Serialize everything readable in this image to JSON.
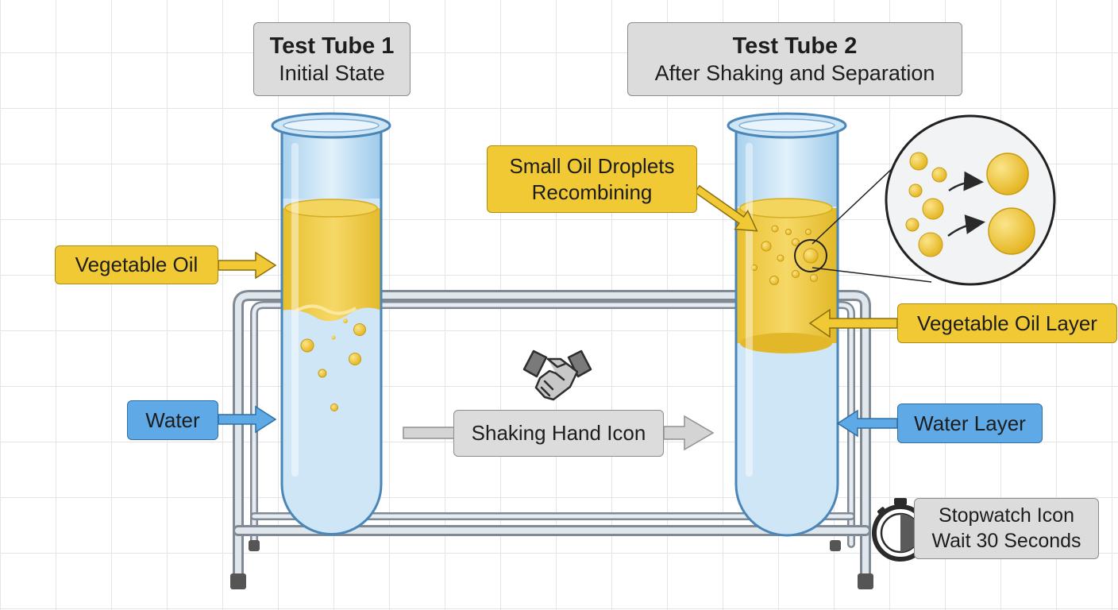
{
  "tube1": {
    "title": "Test Tube 1",
    "subtitle": "Initial State"
  },
  "tube2": {
    "title": "Test Tube 2",
    "subtitle": "After Shaking and Separation"
  },
  "labels": {
    "vegetable_oil": "Vegetable Oil",
    "water": "Water",
    "droplets_line1": "Small Oil Droplets",
    "droplets_line2": "Recombining",
    "vegetable_oil_layer": "Vegetable Oil Layer",
    "water_layer": "Water Layer",
    "shaking_hand": "Shaking Hand Icon",
    "stopwatch_line1": "Stopwatch Icon",
    "stopwatch_line2": "Wait 30 Seconds"
  },
  "icons": {
    "handshake": "handshake-icon",
    "stopwatch": "stopwatch-icon",
    "magnifier": "magnified-droplets-inset"
  },
  "colors": {
    "oil": "#f0c935",
    "oil_dark": "#c9a21a",
    "water": "#cfe6f7",
    "water_label": "#5ea9e6",
    "glass": "#9cc9ea",
    "gray_label": "#dcdcdc"
  }
}
